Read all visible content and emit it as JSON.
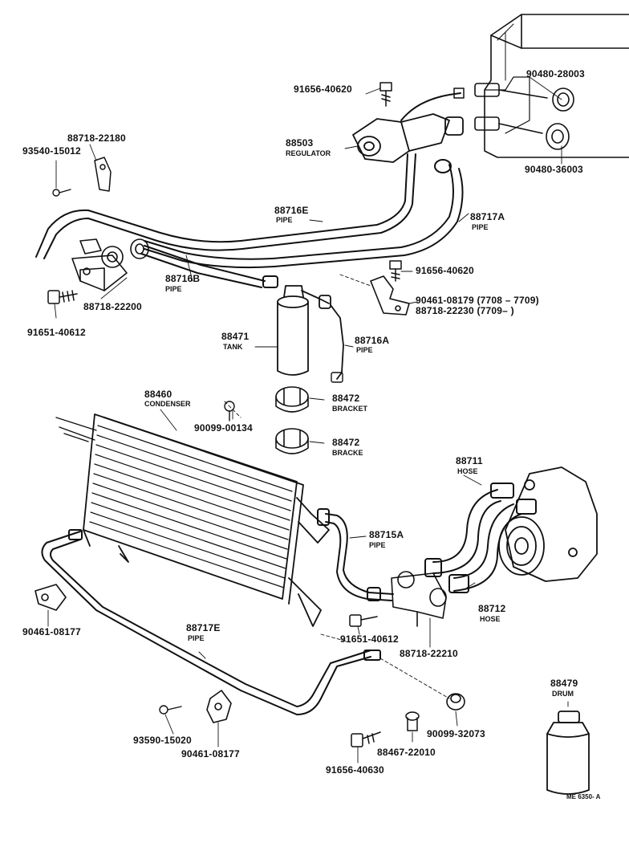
{
  "diagram": {
    "code": "ME 6350- A",
    "parts": [
      {
        "id": "91656-40620-top",
        "number": "91656-40620",
        "name": ""
      },
      {
        "id": "90480-28003",
        "number": "90480-28003",
        "name": ""
      },
      {
        "id": "90480-36003",
        "number": "90480-36003",
        "name": ""
      },
      {
        "id": "88718-22180",
        "number": "88718-22180",
        "name": ""
      },
      {
        "id": "93540-15012",
        "number": "93540-15012",
        "name": ""
      },
      {
        "id": "88503",
        "number": "88503",
        "name": "REGULATOR"
      },
      {
        "id": "88716e",
        "number": "88716E",
        "name": "PIPE"
      },
      {
        "id": "88717a",
        "number": "88717A",
        "name": "PIPE"
      },
      {
        "id": "91656-40620-mid",
        "number": "91656-40620",
        "name": ""
      },
      {
        "id": "88716b",
        "number": "88716B",
        "name": "PIPE"
      },
      {
        "id": "90461-08179",
        "number": "90461-08179 (7708 – 7709)",
        "name": ""
      },
      {
        "id": "88718-22230",
        "number": "88718-22230 (7709–       )",
        "name": ""
      },
      {
        "id": "88718-22200",
        "number": "88718-22200",
        "name": ""
      },
      {
        "id": "91651-40612-left",
        "number": "91651-40612",
        "name": ""
      },
      {
        "id": "88471",
        "number": "88471",
        "name": "TANK"
      },
      {
        "id": "88716a",
        "number": "88716A",
        "name": "PIPE"
      },
      {
        "id": "88460",
        "number": "88460",
        "name": "CONDENSER"
      },
      {
        "id": "88472-upper",
        "number": "88472",
        "name": "BRACKET"
      },
      {
        "id": "90099-00134",
        "number": "90099-00134",
        "name": ""
      },
      {
        "id": "88472-lower",
        "number": "88472",
        "name": "BRACKE"
      },
      {
        "id": "88711",
        "number": "88711",
        "name": "HOSE"
      },
      {
        "id": "88715a",
        "number": "88715A",
        "name": "PIPE"
      },
      {
        "id": "88712",
        "number": "88712",
        "name": "HOSE"
      },
      {
        "id": "90461-08177-left",
        "number": "90461-08177",
        "name": ""
      },
      {
        "id": "88717e",
        "number": "88717E",
        "name": "PIPE"
      },
      {
        "id": "91651-40612-right",
        "number": "91651-40612",
        "name": ""
      },
      {
        "id": "88718-22210",
        "number": "88718-22210",
        "name": ""
      },
      {
        "id": "88479",
        "number": "88479",
        "name": "DRUM"
      },
      {
        "id": "93590-15020",
        "number": "93590-15020",
        "name": ""
      },
      {
        "id": "90461-08177-bottom",
        "number": "90461-08177",
        "name": ""
      },
      {
        "id": "90099-32073",
        "number": "90099-32073",
        "name": ""
      },
      {
        "id": "88467-22010",
        "number": "88467-22010",
        "name": ""
      },
      {
        "id": "91656-40630",
        "number": "91656-40630",
        "name": ""
      }
    ]
  }
}
